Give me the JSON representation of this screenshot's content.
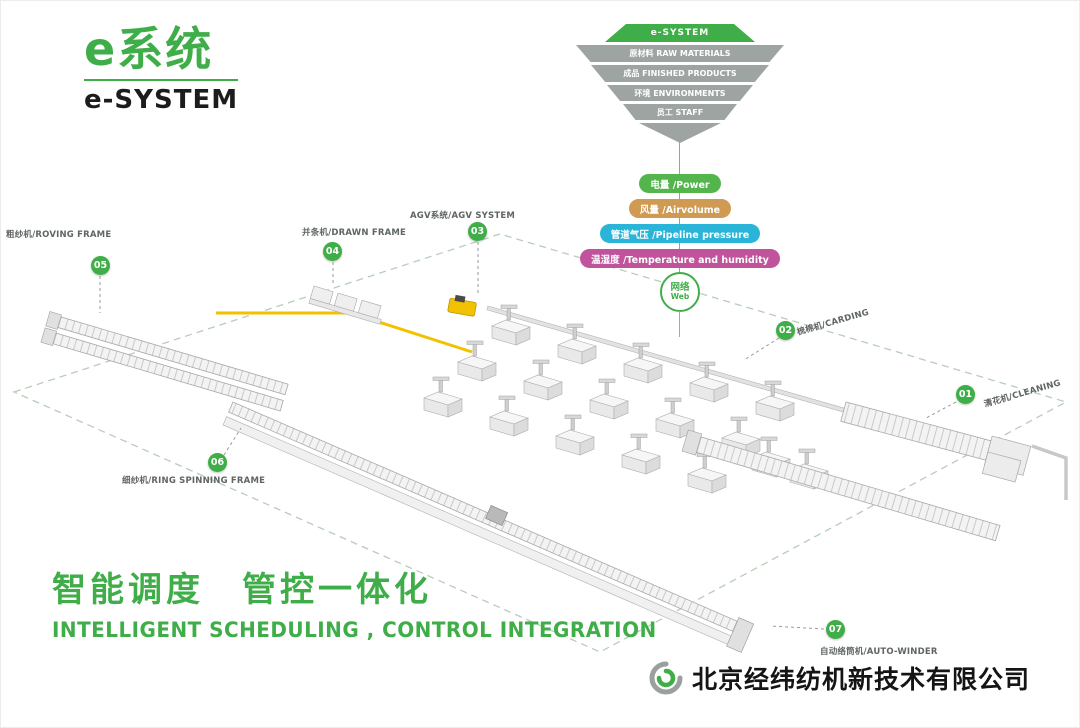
{
  "header": {
    "title_cn": "e系统",
    "title_en": "e-SYSTEM"
  },
  "funnel": {
    "top_label": "e-SYSTEM",
    "layers": [
      {
        "label": "原材料 RAW MATERIALS"
      },
      {
        "label": "成品 FINISHED PRODUCTS"
      },
      {
        "label": "环境 ENVIRONMENTS"
      },
      {
        "label": "员工 STAFF"
      }
    ],
    "metrics": [
      {
        "label": "电量 /Power",
        "color": "#53b54b"
      },
      {
        "label": "风量 /Airvolume",
        "color": "#cf9a52"
      },
      {
        "label": "管道气压 /Pipeline pressure",
        "color": "#2ab4d8"
      },
      {
        "label": "温湿度 /Temperature and humidity",
        "color": "#c0539c"
      }
    ],
    "network": {
      "cn": "网络",
      "en": "Web"
    }
  },
  "stations": [
    {
      "number": "01",
      "label": "清花机/CLEANING"
    },
    {
      "number": "02",
      "label": "梳棉机/CARDING"
    },
    {
      "number": "03",
      "label": "AGV系统/AGV SYSTEM"
    },
    {
      "number": "04",
      "label": "并条机/DRAWN FRAME"
    },
    {
      "number": "05",
      "label": "粗纱机/ROVING FRAME"
    },
    {
      "number": "06",
      "label": "细纱机/RING SPINNING FRAME"
    },
    {
      "number": "07",
      "label": "自动络筒机/AUTO-WINDER"
    }
  ],
  "slogan": {
    "cn": "智能调度　管控一体化",
    "en": "INTELLIGENT SCHEDULING , CONTROL INTEGRATION"
  },
  "footer": {
    "company": "北京经纬纺机新技术有限公司"
  },
  "colors": {
    "brand_green": "#3fae49",
    "funnel_gray": "#9ea4a2",
    "agv_yellow": "#f2c200"
  }
}
